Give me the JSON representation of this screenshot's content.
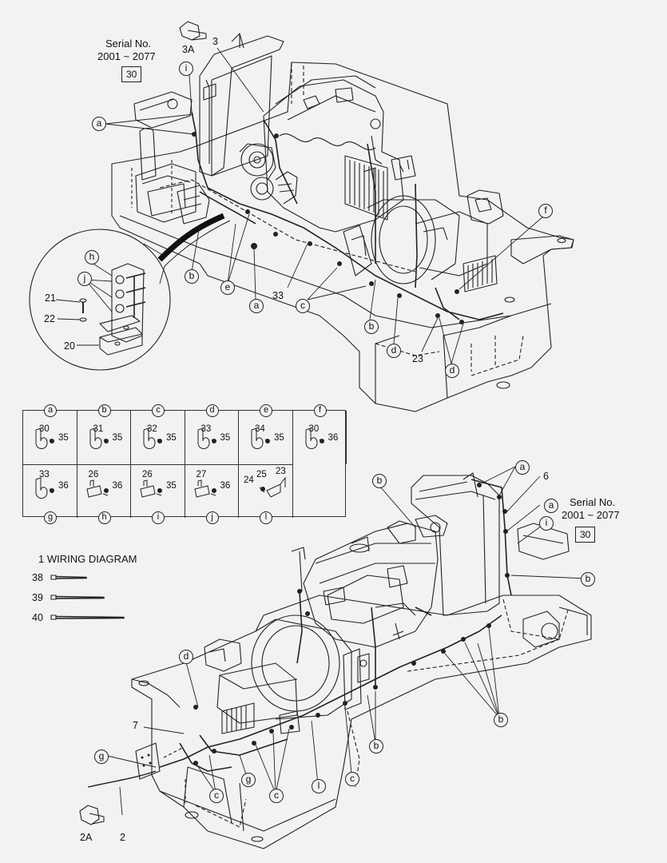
{
  "top_view": {
    "serial_label": "Serial No.",
    "serial_range": "2001 ~ 2077",
    "serial_box": "30",
    "callouts": {
      "n3": "3",
      "n3a": "3A",
      "a1": "a",
      "i1": "i",
      "b1": "b",
      "e1": "e",
      "a2": "a",
      "n33": "33",
      "c1": "c",
      "b2": "b",
      "d1": "d",
      "n23": "23",
      "d2": "d",
      "f1": "f"
    },
    "detail": {
      "h": "h",
      "j": "j",
      "n21": "21",
      "n22": "22",
      "n20": "20"
    }
  },
  "parts_table": {
    "top": [
      {
        "letter": "a",
        "p1": "30",
        "p2": "35"
      },
      {
        "letter": "b",
        "p1": "31",
        "p2": "35"
      },
      {
        "letter": "c",
        "p1": "32",
        "p2": "35"
      },
      {
        "letter": "d",
        "p1": "33",
        "p2": "35"
      },
      {
        "letter": "e",
        "p1": "34",
        "p2": "35"
      },
      {
        "letter": "f",
        "p1": "30",
        "p2": "36"
      }
    ],
    "bottom": [
      {
        "letter": "g",
        "p1": "33",
        "p2": "36"
      },
      {
        "letter": "h",
        "p1": "26",
        "p2": "36"
      },
      {
        "letter": "i",
        "p1": "26",
        "p2": "35"
      },
      {
        "letter": "j",
        "p1": "27",
        "p2": "36"
      },
      {
        "letter": "l",
        "p1": "24",
        "p2": "25",
        "p3": "23"
      }
    ]
  },
  "legend": {
    "title": "1  WIRING DIAGRAM",
    "items": [
      "38",
      "39",
      "40"
    ]
  },
  "bottom_view": {
    "serial_label": "Serial No.",
    "serial_range": "2001 ~ 2077",
    "serial_box": "30",
    "callouts": {
      "b1": "b",
      "a1": "a",
      "n6": "6",
      "a2": "a",
      "i1": "i",
      "b2": "b",
      "d1": "d",
      "n7": "7",
      "g1": "g",
      "c1": "c",
      "g2": "g",
      "c2": "c",
      "l1": "l",
      "b3": "b",
      "c3": "c",
      "b4": "b",
      "n2": "2",
      "n2a": "2A"
    }
  }
}
